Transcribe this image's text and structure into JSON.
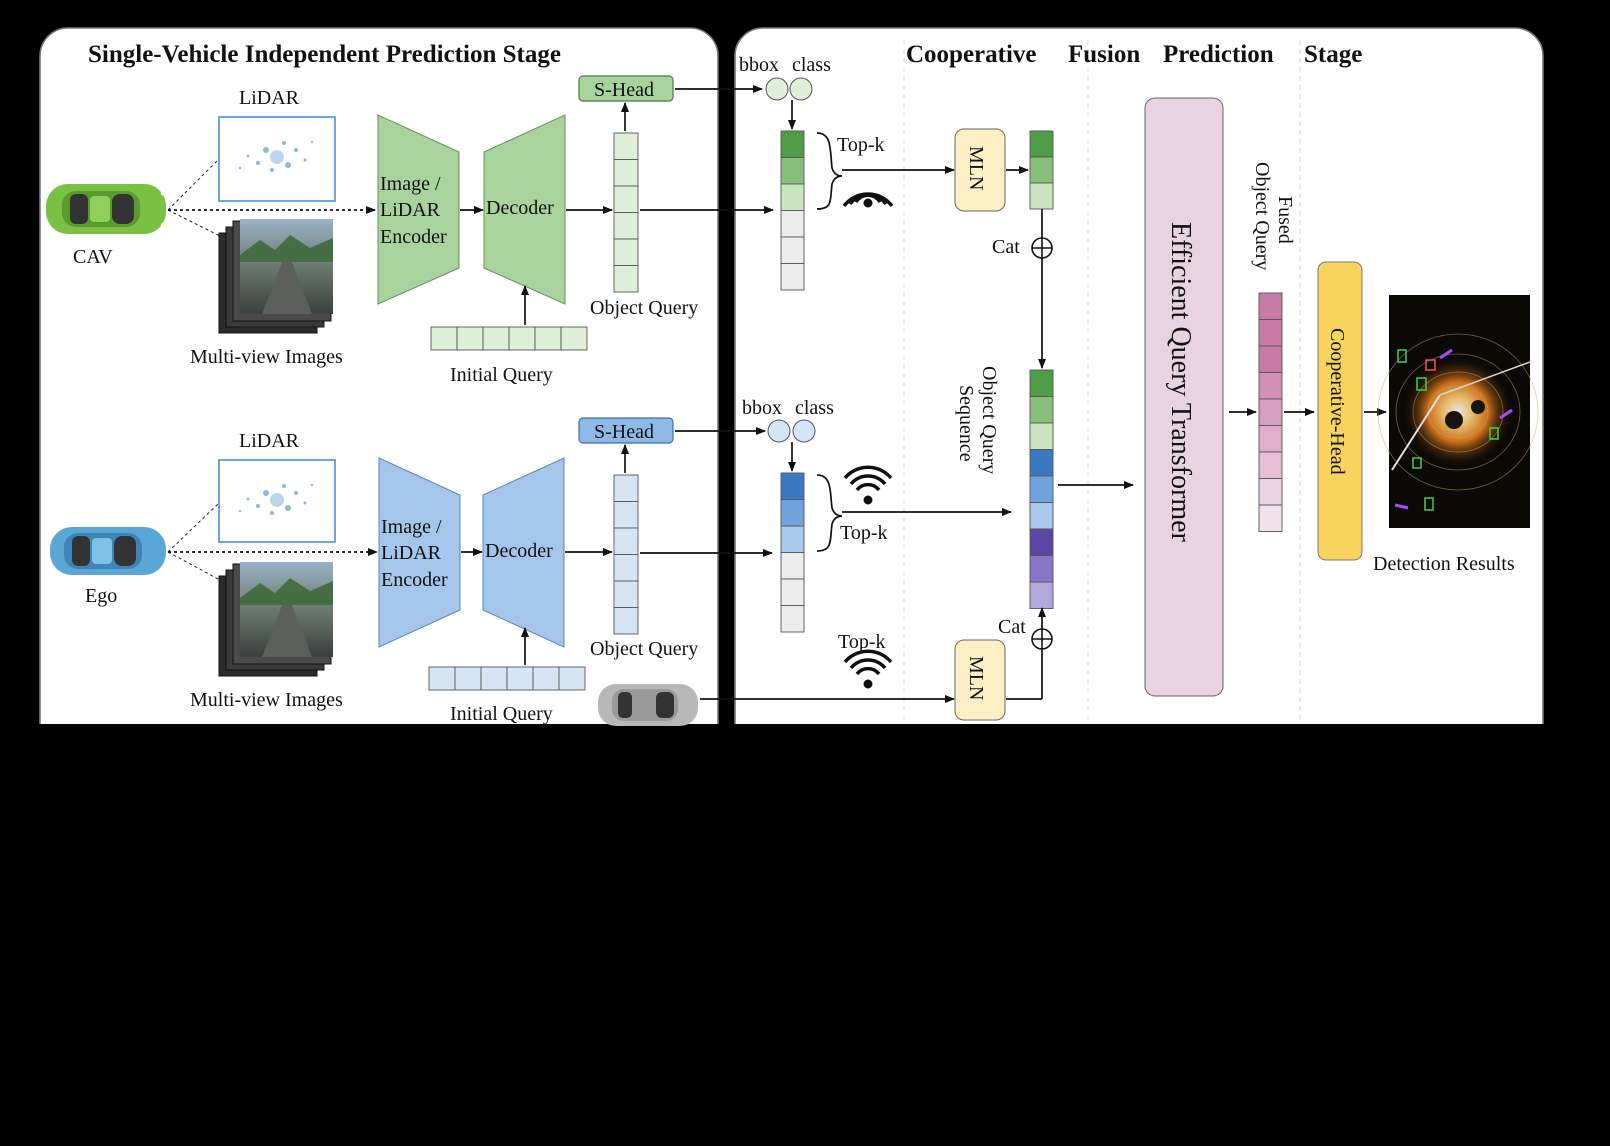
{
  "titles": {
    "left": "Single-Vehicle Independent Prediction Stage",
    "right_words": [
      "Cooperative",
      "Fusion",
      "Prediction",
      "Stage"
    ]
  },
  "cav_branch": {
    "vehicle_label": "CAV",
    "lidar_label": "LiDAR",
    "images_label": "Multi-view Images",
    "encoder_lines": [
      "Image /",
      "LiDAR",
      "Encoder"
    ],
    "decoder_label": "Decoder",
    "initial_query_label": "Initial Query",
    "object_query_label": "Object Query",
    "shead_label": "S-Head",
    "output_labels": [
      "bbox",
      "class"
    ],
    "topk_label": "Top-k"
  },
  "ego_branch": {
    "vehicle_label": "Ego",
    "lidar_label": "LiDAR",
    "images_label": "Multi-view Images",
    "encoder_lines": [
      "Image /",
      "LiDAR",
      "Encoder"
    ],
    "decoder_label": "Decoder",
    "initial_query_label": "Initial Query",
    "object_query_label": "Object Query",
    "shead_label": "S-Head",
    "output_labels": [
      "bbox",
      "class"
    ],
    "topk_label": "Top-k"
  },
  "third_topk_label": "Top-k",
  "mln_label": "MLN",
  "cat_label": "Cat",
  "sequence_label_lines": [
    "Object Query",
    "Sequence"
  ],
  "transformer_label": "Efficient Query Transformer",
  "fused_label_lines": [
    "Fused",
    "Object Query"
  ],
  "coop_head_label": "Cooperative-Head",
  "detection_results_label": "Detection Results",
  "colors": {
    "green_dark": "#4f9e47",
    "green_mid": "#86c07b",
    "green_light": "#c9e6c0",
    "green_pale": "#dff0d8",
    "blue_dark": "#3b78c2",
    "blue_mid": "#6fa3dc",
    "blue_light": "#a8c9ec",
    "blue_pale": "#d6e5f5",
    "gray_cell": "#ececec",
    "purple_dark": "#5b45a3",
    "purple_mid": "#8877c6",
    "purple_light": "#b3a8dc",
    "pink_transformer": "#ead3e1",
    "mauve_fused": "#c67aa5",
    "yellow_mln": "#fdefc4",
    "yellow_head": "#f8d45e"
  }
}
